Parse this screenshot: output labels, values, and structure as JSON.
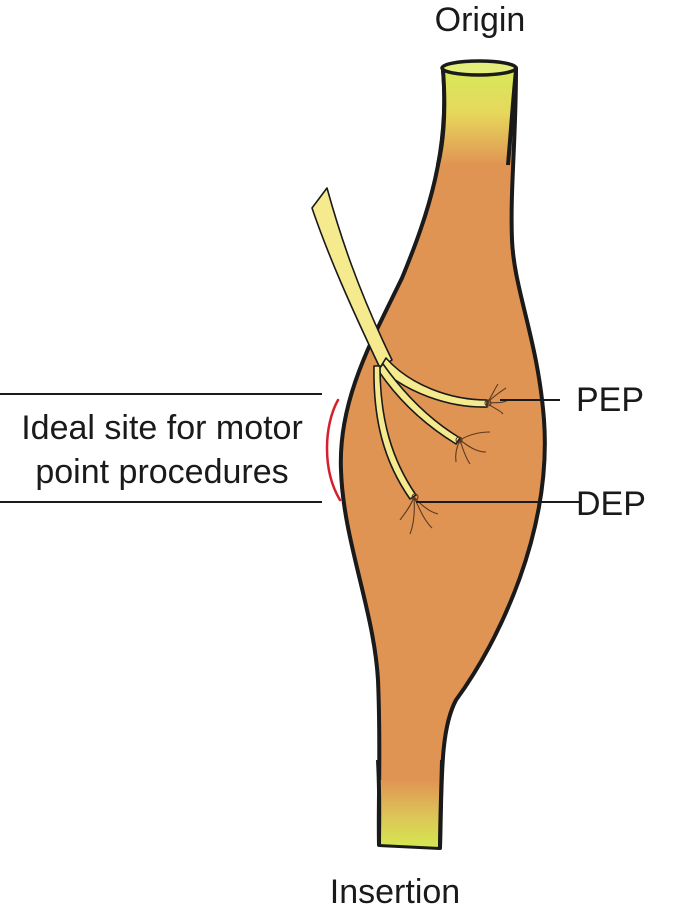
{
  "labels": {
    "origin": "Origin",
    "insertion": "Insertion",
    "pep": "PEP",
    "dep": "DEP",
    "ideal_site_line1": "Ideal site for motor",
    "ideal_site_line2": "point procedures"
  },
  "colors": {
    "muscle": "#E09453",
    "tendon": "#D8E85A",
    "nerve": "#F6EA8E",
    "outline": "#1a1a1a",
    "bracket": "#D61F2C"
  }
}
